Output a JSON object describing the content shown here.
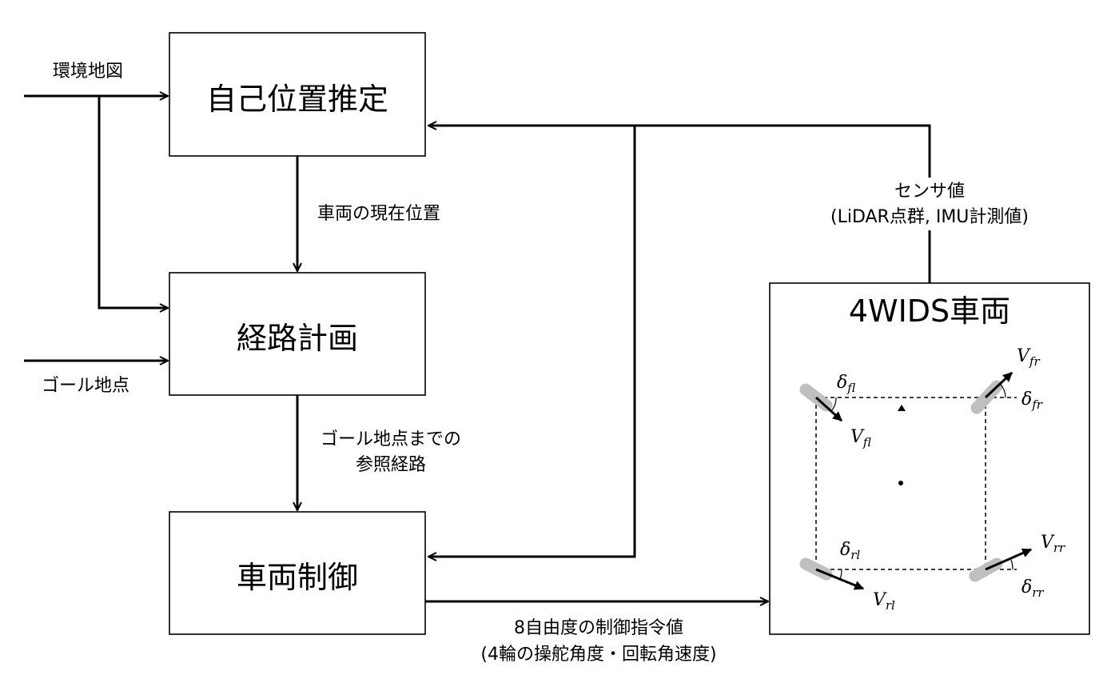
{
  "blocks": {
    "localization": "自己位置推定",
    "planning": "経路計画",
    "control": "車両制御",
    "vehicle": "4WIDS車両"
  },
  "labels": {
    "env_map": "環境地図",
    "goal": "ゴール地点",
    "current_pose": "車両の現在位置",
    "ref_path_line1": "ゴール地点までの",
    "ref_path_line2": "参照経路",
    "sensor_line1": "センサ値",
    "sensor_line2": "(LiDAR点群, IMU計測値)",
    "command_line1": "8自由度の制御指令値",
    "command_line2": "(4輪の操舵角度・回転角速度)"
  },
  "wheel_symbols": {
    "fl": {
      "v": "V",
      "v_sub": "fl",
      "d": "δ",
      "d_sub": "fl"
    },
    "fr": {
      "v": "V",
      "v_sub": "fr",
      "d": "δ",
      "d_sub": "fr"
    },
    "rl": {
      "v": "V",
      "v_sub": "rl",
      "d": "δ",
      "d_sub": "rl"
    },
    "rr": {
      "v": "V",
      "v_sub": "rr",
      "d": "δ",
      "d_sub": "rr"
    }
  },
  "colors": {
    "line": "#000000",
    "wheel": "#bfbfbf",
    "background": "#ffffff"
  }
}
